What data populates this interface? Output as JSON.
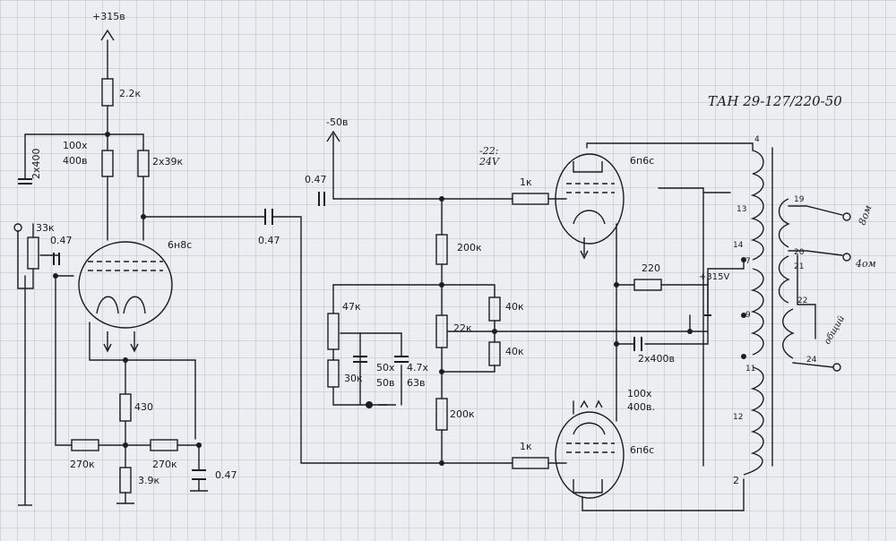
{
  "colors": {
    "paper": "#eceef2",
    "grid": "#b7bcc8",
    "ink": "#1c1c22"
  },
  "labels": {
    "supply_top": "+315в",
    "r_22k": "2.2к",
    "c_100x": "100х",
    "c_400v": "400в",
    "c_2x400": "2х400",
    "r_2x39k": "2х39к",
    "r_33k": "33к",
    "c_047_in": "0.47",
    "tube_6n8s": "6н8с",
    "c_047_mid": "0.47",
    "r_430": "430",
    "r_270k_a": "270к",
    "r_270k_b": "270к",
    "r_39k": "3.9к",
    "c_047_bot": "0.47",
    "supply_bias": "-50в",
    "c_047_bias": "0.47",
    "r_47k": "47к",
    "r_30k": "30к",
    "c_50x": "50х",
    "c_50v": "50в",
    "c_47x": "4.7х",
    "c_63v": "63в",
    "r_200k_top": "200к",
    "r_22k_mid": "22к",
    "r_200k_bot": "200к",
    "r_40k_a": "40к",
    "r_40k_b": "40к",
    "note_22_24v": "-22:\n24V",
    "r_1k_top": "1к",
    "r_1k_bot": "1к",
    "tube_6p6s_top": "6п6с",
    "tube_6p6s_bot": "6п6с",
    "r_220": "220",
    "supply_mid": "+315V",
    "c_2x400v": "2х400в",
    "c_100x_b": "100х",
    "c_400v_b": "400в.",
    "transformer": "ТАН 29-127/220-50",
    "pin_4": "4",
    "pin_13": "13",
    "pin_14": "14",
    "pin_7": "7",
    "pin_9": "9",
    "pin_11": "11",
    "pin_12": "12",
    "pin_2": "2",
    "pin_19": "19",
    "pin_20": "20",
    "pin_21": "21",
    "pin_22": "22",
    "pin_24": "24",
    "out_8ohm": "8ом",
    "out_4ohm": "4ом",
    "out_common": "общий"
  }
}
